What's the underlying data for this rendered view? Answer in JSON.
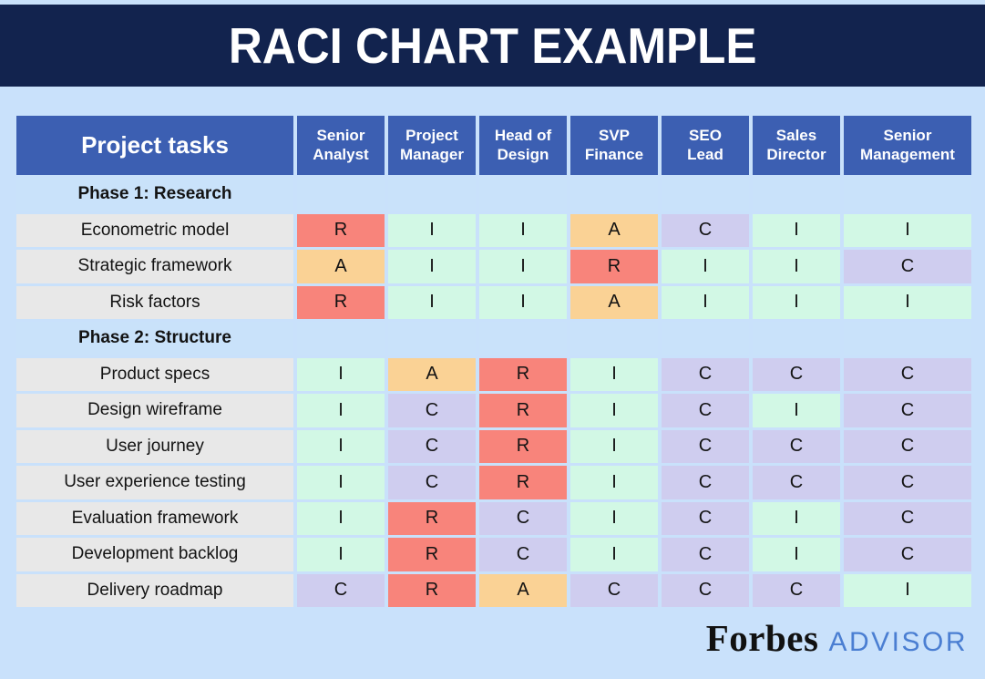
{
  "banner": {
    "title": "RACI CHART EXAMPLE",
    "background": "#12234e",
    "text_color": "#ffffff"
  },
  "chart_data": {
    "type": "table",
    "title": "RACI CHART EXAMPLE",
    "corner_header": "Project tasks",
    "column_headers": [
      [
        "Senior",
        "Analyst"
      ],
      [
        "Project",
        "Manager"
      ],
      [
        "Head of",
        "Design"
      ],
      [
        "SVP",
        "Finance"
      ],
      [
        "SEO",
        "Lead"
      ],
      [
        "Sales",
        "Director"
      ],
      [
        "Senior",
        "Management"
      ]
    ],
    "rows": [
      {
        "kind": "phase",
        "label": "Phase 1: Research",
        "values": [
          "",
          "",
          "",
          "",
          "",
          "",
          ""
        ]
      },
      {
        "kind": "task",
        "label": "Econometric model",
        "values": [
          "R",
          "I",
          "I",
          "A",
          "C",
          "I",
          "I"
        ]
      },
      {
        "kind": "task",
        "label": "Strategic framework",
        "values": [
          "A",
          "I",
          "I",
          "R",
          "I",
          "I",
          "C"
        ]
      },
      {
        "kind": "task",
        "label": "Risk factors",
        "values": [
          "R",
          "I",
          "I",
          "A",
          "I",
          "I",
          "I"
        ]
      },
      {
        "kind": "phase",
        "label": "Phase 2: Structure",
        "values": [
          "",
          "",
          "",
          "",
          "",
          "",
          ""
        ]
      },
      {
        "kind": "task",
        "label": "Product specs",
        "values": [
          "I",
          "A",
          "R",
          "I",
          "C",
          "C",
          "C"
        ]
      },
      {
        "kind": "task",
        "label": "Design wireframe",
        "values": [
          "I",
          "C",
          "R",
          "I",
          "C",
          "I",
          "C"
        ]
      },
      {
        "kind": "task",
        "label": "User journey",
        "values": [
          "I",
          "C",
          "R",
          "I",
          "C",
          "C",
          "C"
        ]
      },
      {
        "kind": "task",
        "label": "User experience testing",
        "values": [
          "I",
          "C",
          "R",
          "I",
          "C",
          "C",
          "C"
        ]
      },
      {
        "kind": "task",
        "label": "Evaluation framework",
        "values": [
          "I",
          "R",
          "C",
          "I",
          "C",
          "I",
          "C"
        ]
      },
      {
        "kind": "task",
        "label": "Development backlog",
        "values": [
          "I",
          "R",
          "C",
          "I",
          "C",
          "I",
          "C"
        ]
      },
      {
        "kind": "task",
        "label": "Delivery roadmap",
        "values": [
          "C",
          "R",
          "A",
          "C",
          "C",
          "C",
          "I"
        ]
      }
    ],
    "colors": {
      "R": "#f8847b",
      "A": "#fad295",
      "C": "#cfcdef",
      "I": "#d2f8e5",
      "header_bg": "#3c5fb2",
      "phase_row_bg": "#c9e2fa",
      "task_cell_bg": "#e8e8e8",
      "page_bg": "#c9e1fb"
    }
  },
  "footer": {
    "brand_serif": "Forbes",
    "brand_sans": "ADVISOR",
    "advisor_color": "#4a7ed2"
  }
}
